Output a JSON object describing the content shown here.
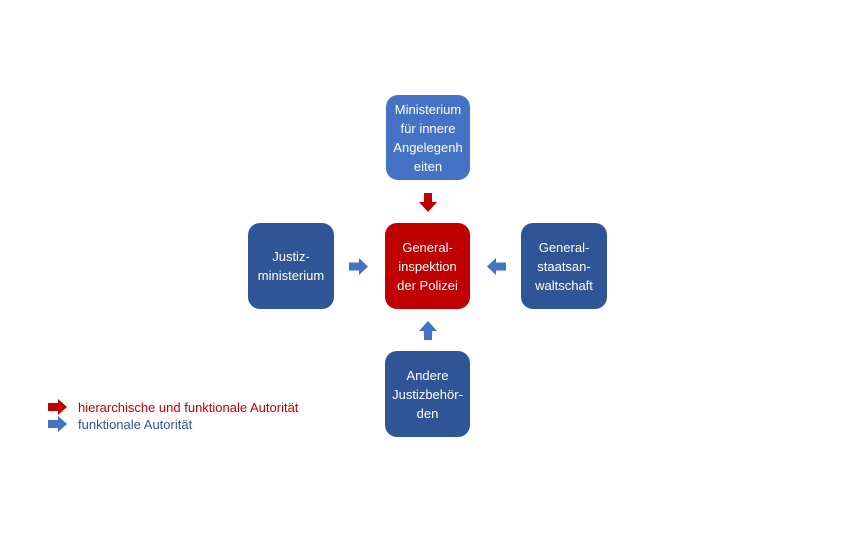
{
  "diagram": {
    "nodes": {
      "top": "Ministerium\nfür innere\nAngelegenh\neiten",
      "center": "General-\ninspektion\nder Polizei",
      "left": "Justiz-\nministerium",
      "right": "General-\nstaatsan-\nwaltschaft",
      "bottom": "Andere\nJustizbehör-\nden"
    }
  },
  "legend": {
    "items": [
      {
        "label": "hierarchische und funktionale Autorität",
        "color": "#c00000"
      },
      {
        "label": "funktionale Autorität",
        "color": "#4472c4"
      }
    ]
  },
  "colors": {
    "hierarchical": "#c00000",
    "functional": "#4472c4",
    "node_light": "#4472c4",
    "node_dark": "#2f5597",
    "legend_red_text": "#c00000",
    "legend_blue_text": "#2f5597"
  }
}
